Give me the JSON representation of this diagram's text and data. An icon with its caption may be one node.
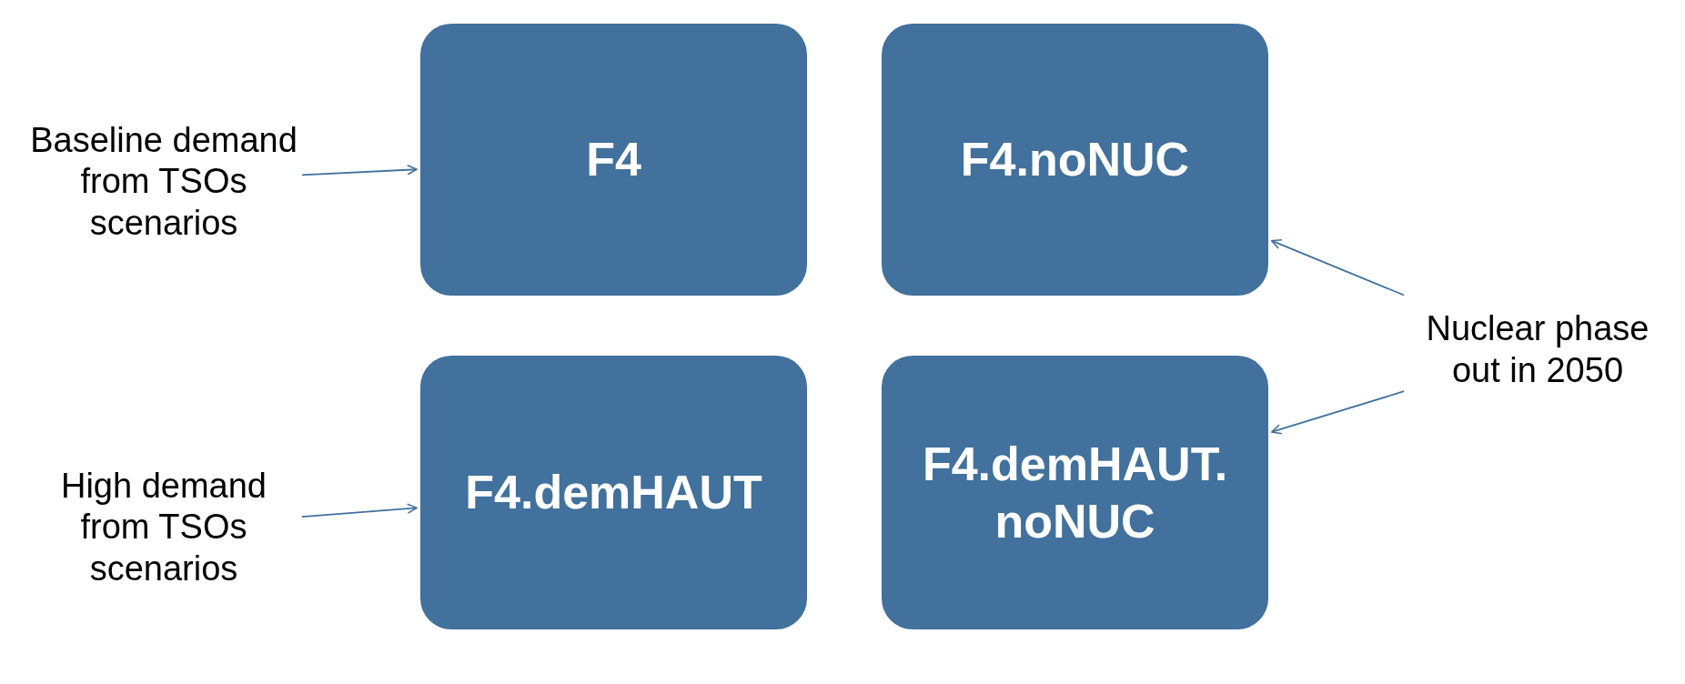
{
  "diagram": {
    "nodes": [
      {
        "text": [
          "Baseline demand from TSOs scenarios"
        ]
      },
      {
        "text": [
          "F4"
        ]
      },
      {
        "text": [
          "F4.noNUC"
        ]
      },
      {
        "text": [
          "Nuclear phase out in 2050"
        ]
      },
      {
        "text": [
          "High demand from TSOs scenarios"
        ]
      },
      {
        "text": [
          "F4.demHAUT"
        ]
      },
      {
        "text": [
          "F4.demHAUT. noNUC"
        ]
      }
    ],
    "edges": [
      {
        "from": 0,
        "to": 1,
        "arrow": "to"
      },
      {
        "from": 3,
        "to": 2,
        "arrow": "to"
      },
      {
        "from": 4,
        "to": 5,
        "arrow": "to"
      },
      {
        "from": 3,
        "to": 6,
        "arrow": "to"
      }
    ]
  }
}
